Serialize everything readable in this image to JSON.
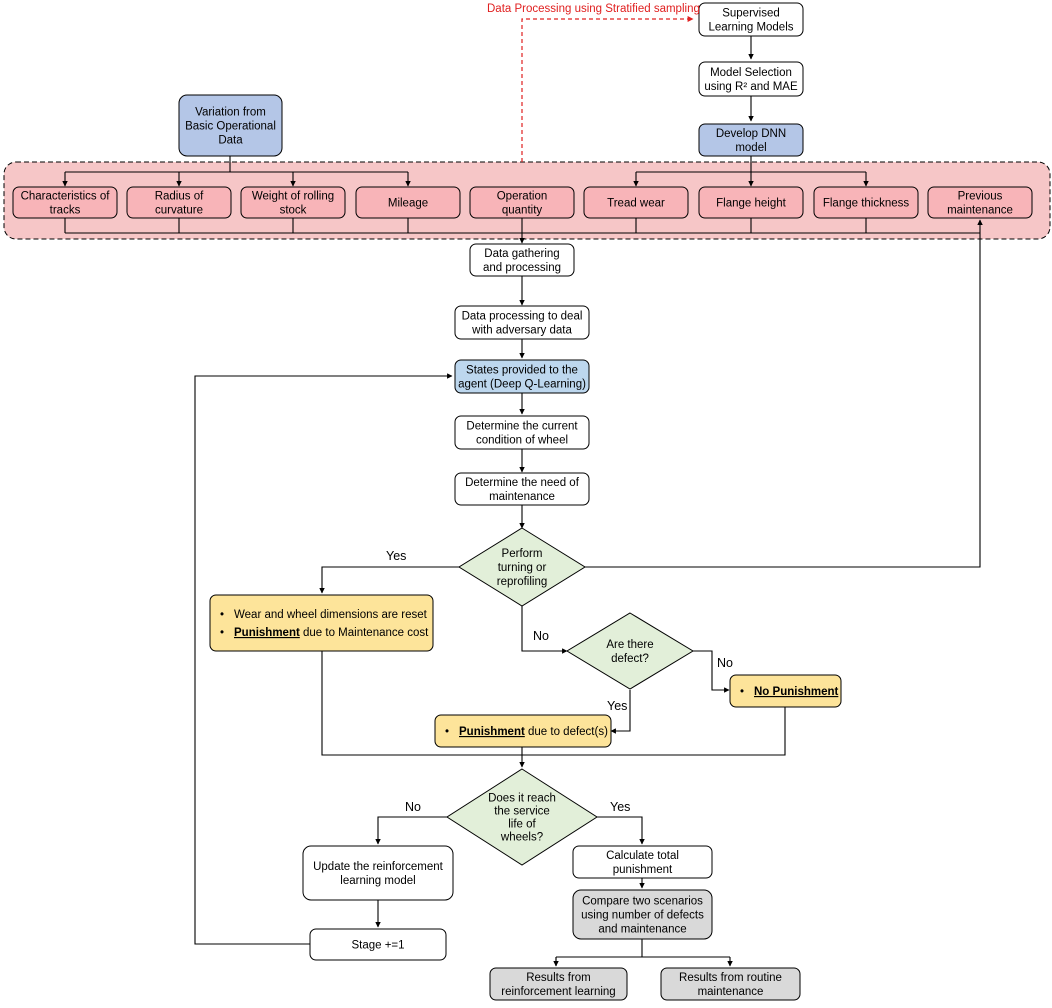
{
  "colors": {
    "white": "#ffffff",
    "blue": "#b4c6e7",
    "lightblue": "#bdd7ee",
    "pink": "#f8b4b8",
    "group_fill": "#f6c6c7",
    "yellow": "#fde49a",
    "green": "#e2efd9",
    "gray": "#d9d9d9",
    "red": "#e02020"
  },
  "red_label": "Data Processing using Stratified sampling",
  "nodes": {
    "variation": [
      "Variation from",
      "Basic Operational",
      "Data"
    ],
    "supervised": [
      "Supervised",
      "Learning Models"
    ],
    "model_selection": [
      "Model Selection",
      "using R² and MAE"
    ],
    "develop_dnn": [
      "Develop DNN",
      "model"
    ],
    "f_tracks": [
      "Characteristics of",
      "tracks"
    ],
    "f_radius": [
      "Radius of",
      "curvature"
    ],
    "f_weight": [
      "Weight of rolling",
      "stock"
    ],
    "f_mileage": [
      "Mileage"
    ],
    "f_opq": [
      "Operation",
      "quantity"
    ],
    "f_tread": [
      "Tread wear"
    ],
    "f_flangeh": [
      "Flange height"
    ],
    "f_flanget": [
      "Flange thickness"
    ],
    "f_prevmaint": [
      "Previous",
      "maintenance"
    ],
    "gathering": [
      "Data gathering",
      "and processing"
    ],
    "adversary": [
      "Data processing to deal",
      "with adversary data"
    ],
    "states": [
      "States provided to the",
      "agent (Deep Q-Learning)"
    ],
    "current": [
      "Determine the current",
      "condition of wheel"
    ],
    "need": [
      "Determine the need of",
      "maintenance"
    ],
    "d_turning": [
      "Perform",
      "turning or",
      "reprofiling"
    ],
    "d_defect": [
      "Are there",
      "defect?"
    ],
    "d_service": [
      "Does it reach",
      "the service",
      "life of",
      "wheels?"
    ],
    "update": [
      "Update the reinforcement",
      "learning model"
    ],
    "stage": [
      "Stage +=1"
    ],
    "calc": [
      "Calculate total",
      "punishment"
    ],
    "compare": [
      "Compare two scenarios",
      "using number of defects",
      "and maintenance"
    ],
    "res_rl": [
      "Results from",
      "reinforcement learning"
    ],
    "res_routine": [
      "Results from routine",
      "maintenance"
    ]
  },
  "bullets": {
    "reset": [
      {
        "bold": "",
        "text": "Wear and wheel dimensions are reset"
      },
      {
        "bold": "Punishment",
        "text": " due to Maintenance cost"
      }
    ],
    "defect": [
      {
        "bold": "Punishment",
        "text": " due to defect(s)"
      }
    ],
    "nopun": [
      {
        "bold": "No Punishment",
        "text": ""
      }
    ]
  },
  "edge_labels": {
    "yes_turning": "Yes",
    "no_turning": "No",
    "no_defect": "No",
    "yes_defect": "Yes",
    "no_service": "No",
    "yes_service": "Yes"
  }
}
